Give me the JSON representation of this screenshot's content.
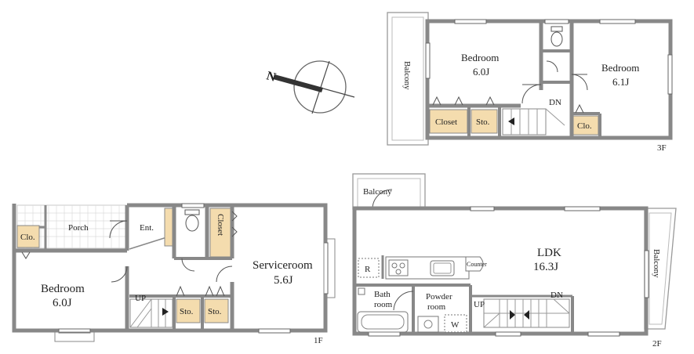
{
  "compass": {
    "north_label": "N"
  },
  "floor3": {
    "floor_label": "3F",
    "balcony": "Balcony",
    "bedroom_a": {
      "name": "Bedroom",
      "size": "6.0J"
    },
    "bedroom_b": {
      "name": "Bedroom",
      "size": "6.1J"
    },
    "closet": "Closet",
    "storage": "Sto.",
    "closet_small": "Clo.",
    "stair_down": "DN"
  },
  "floor1": {
    "floor_label": "1F",
    "porch": "Porch",
    "closet_small": "Clo.",
    "entrance": "Ent.",
    "closet": "Closet",
    "serviceroom": {
      "name": "Serviceroom",
      "size": "5.6J"
    },
    "bedroom": {
      "name": "Bedroom",
      "size": "6.0J"
    },
    "stair_up": "UP",
    "storage_a": "Sto.",
    "storage_b": "Sto."
  },
  "floor2": {
    "floor_label": "2F",
    "balcony_top": "Balcony",
    "balcony_right": "Balcony",
    "ldk": {
      "name": "LDK",
      "size": "16.3J"
    },
    "fridge": "R",
    "counter": "Counter",
    "bathroom_line1": "Bath",
    "bathroom_line2": "room",
    "powder_line1": "Powder",
    "powder_line2": "room",
    "washer": "W",
    "stair_up": "UP",
    "stair_down": "DN"
  }
}
